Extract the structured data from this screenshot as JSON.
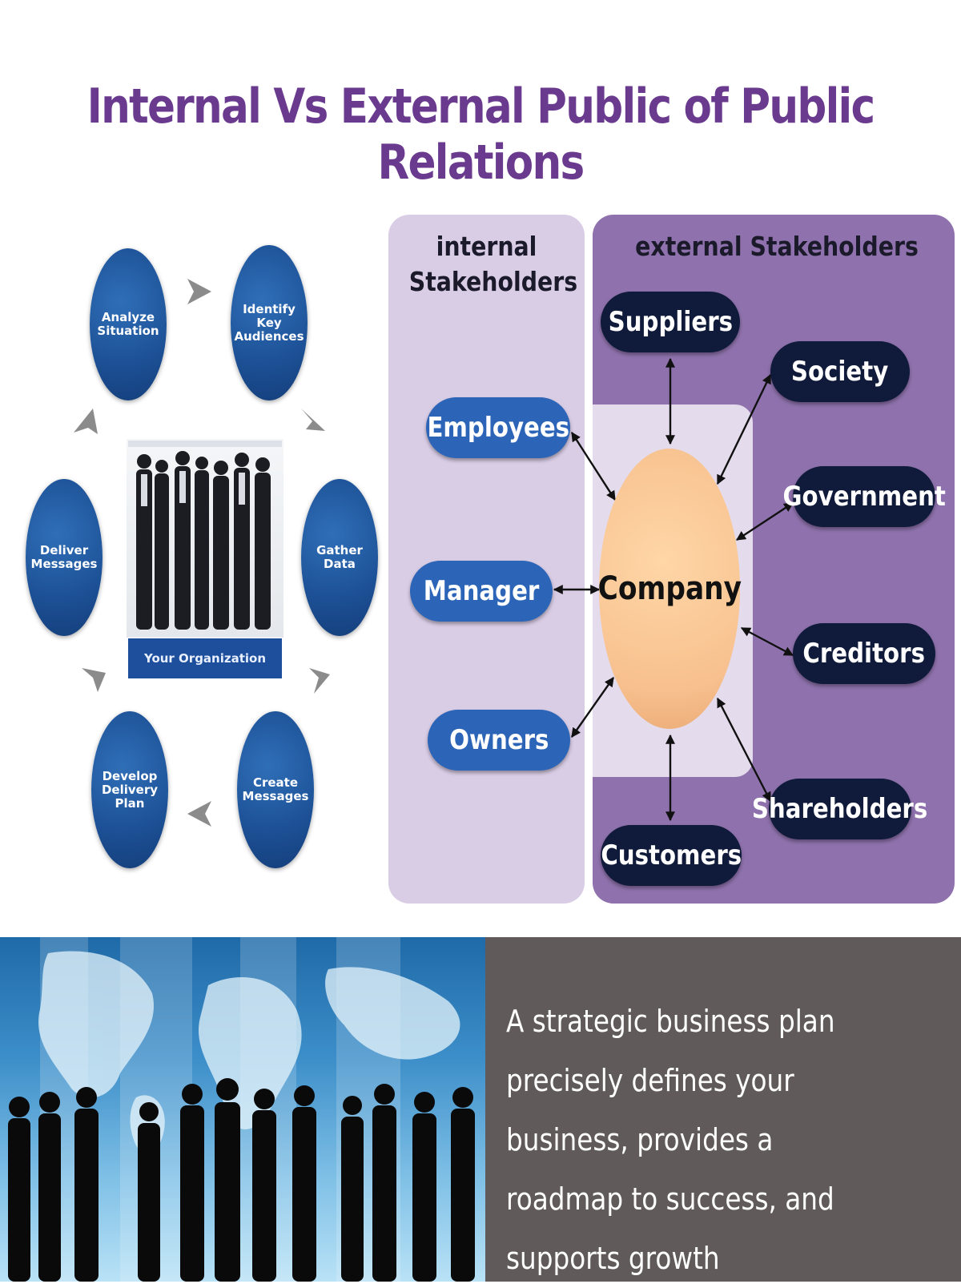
{
  "title": "Internal Vs External Public of Public Relations",
  "cycle": {
    "steps": [
      "Analyze\nSituation",
      "Identify\nKey\nAudiences",
      "Gather\nData",
      "Create\nMessages",
      "Develop\nDelivery\nPlan",
      "Deliver\nMessages"
    ],
    "center_label": "Your Organization"
  },
  "stakeholders": {
    "internal_heading": "internal\nStakeholders",
    "external_heading": "external Stakeholders",
    "center": "Company",
    "internal": [
      "Employees",
      "Manager",
      "Owners"
    ],
    "external": [
      "Suppliers",
      "Society",
      "Government",
      "Creditors",
      "Shareholders",
      "Customers"
    ],
    "colors": {
      "internal_panel": "#d9cde6",
      "external_panel": "#8f72ad",
      "internal_pill": "#2c65b8",
      "external_pill": "#101a3a",
      "company": "#f7c08e"
    }
  },
  "banner": {
    "text": "A strategic business plan precisely defines your business, provides a roadmap to success, and supports growth"
  },
  "colors": {
    "title": "#6a3a8e",
    "cycle_node": "#1c4f94",
    "banner_right": "#605a5a"
  }
}
